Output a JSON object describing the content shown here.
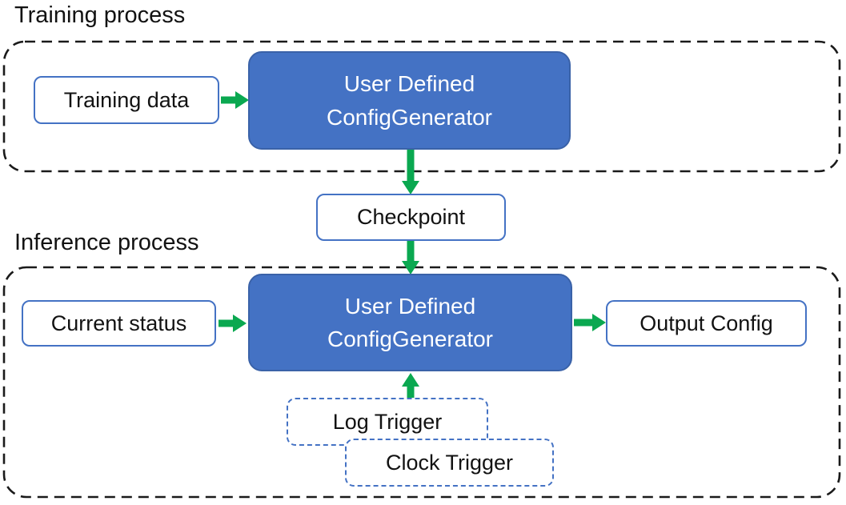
{
  "titles": {
    "training": "Training process",
    "inference": "Inference process"
  },
  "nodes": {
    "training_data": {
      "label": "Training data"
    },
    "training_generator": {
      "line1": "User Defined",
      "line2": "ConfigGenerator"
    },
    "checkpoint": {
      "label": "Checkpoint"
    },
    "current_status": {
      "label": "Current status"
    },
    "inference_generator": {
      "line1": "User Defined",
      "line2": "ConfigGenerator"
    },
    "output_config": {
      "label": "Output Config"
    },
    "log_trigger": {
      "label": "Log Trigger"
    },
    "clock_trigger": {
      "label": "Clock Trigger"
    }
  },
  "edges": [
    {
      "from": "training_data",
      "to": "training_generator"
    },
    {
      "from": "training_generator",
      "to": "checkpoint"
    },
    {
      "from": "checkpoint",
      "to": "inference_generator"
    },
    {
      "from": "current_status",
      "to": "inference_generator"
    },
    {
      "from": "inference_generator",
      "to": "output_config"
    },
    {
      "from": "log_trigger",
      "to": "inference_generator"
    }
  ],
  "colors": {
    "node_fill_blue": "#4472C4",
    "node_border_blue": "#3A62A8",
    "edge_border_blue": "#4472C4",
    "arrow_green": "#0AA850",
    "container_border": "#1A1A1A",
    "text_dark": "#121212",
    "text_light": "#FFFFFF"
  }
}
